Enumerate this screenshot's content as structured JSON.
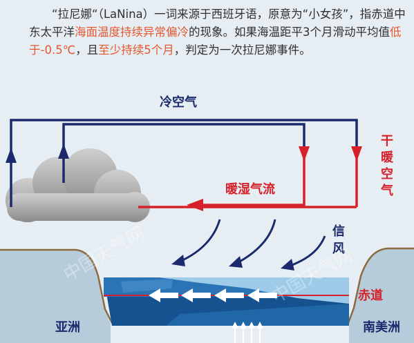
{
  "intro": {
    "p1": "“拉尼娜“（LaNina）一词来源于西班牙语，原意为“小女孩”，指赤道中东太平洋",
    "hl1": "海面温度持续异常偏冷",
    "p2": "的现象。如果海温距平3个月滑动平均值",
    "hl2": "低于-0.5℃",
    "p3": "，且",
    "hl3": "至少持续5个月",
    "p4": "，判定为一次拉尼娜事件。"
  },
  "labels": {
    "cold_air": "冷空气",
    "dry_warm_air": [
      "干",
      "暖",
      "空",
      "气"
    ],
    "warm_moist_flow": "暖湿气流",
    "trade_wind": [
      "信",
      "风"
    ],
    "equator": "赤道",
    "asia": "亚洲",
    "south_america": "南美洲",
    "watermark": "中国天气网"
  },
  "colors": {
    "navy": "#1a2a6c",
    "red": "#d6202a",
    "ocean_dark": "#15528f",
    "ocean_mid": "#2a73b4",
    "ocean_light": "#9ecbe8",
    "land": "#b7ccdb",
    "coast": "#8b6a40",
    "highlight": "#e4572e"
  }
}
